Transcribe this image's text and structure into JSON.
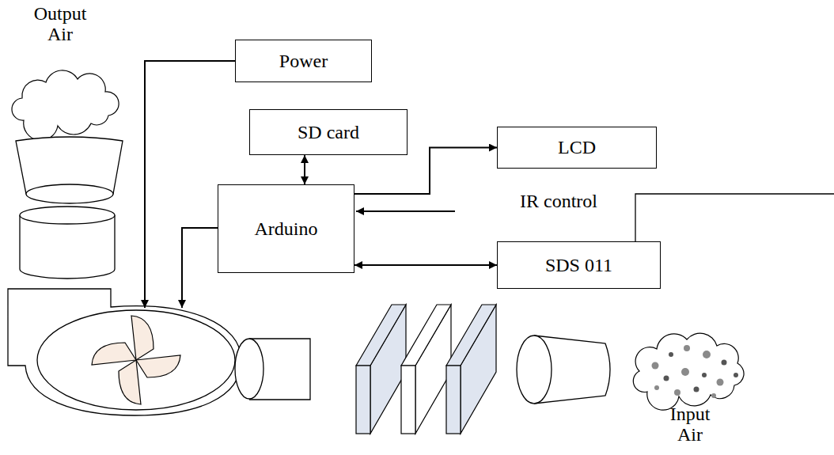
{
  "diagram": {
    "nodes": [
      {
        "text": [
          "Power"
        ]
      },
      {
        "text": [
          "SD card"
        ]
      },
      {
        "text": [
          "LCD"
        ]
      },
      {
        "text": [
          "Arduino"
        ]
      },
      {
        "text": [
          "SDS 011"
        ]
      }
    ],
    "edges": [
      {
        "from": 1,
        "to": 3,
        "arrow": "both"
      },
      {
        "from": 3,
        "to": 2,
        "arrow": "to"
      },
      {
        "from": 3,
        "to": 4,
        "arrow": "both"
      }
    ],
    "labels": [
      "Output Air",
      "IR control",
      "Input Air"
    ]
  }
}
